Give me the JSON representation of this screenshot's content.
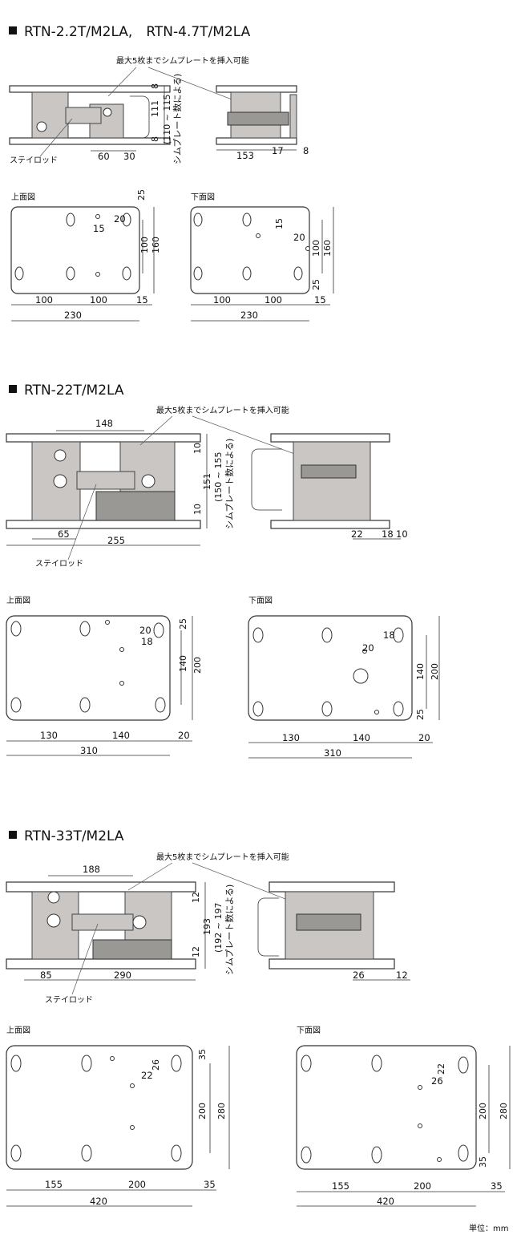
{
  "units_label": "単位：mm",
  "labels": {
    "top_view": "上面図",
    "bottom_view": "下面図",
    "shim_note": "最大5枚までシムプレートを挿入可能",
    "stay_rod": "ステイロッド"
  },
  "sections": [
    {
      "title": "RTN-2.2T/M2LA,　RTN-4.7T/M2LA",
      "side": {
        "top_plate": "8",
        "height": "111",
        "bottom_plate": "8",
        "range": "(110 ~ 115",
        "range2": "シムプレート数による)",
        "d1": "60",
        "d2": "30"
      },
      "front": {
        "width": "153",
        "d1": "17",
        "d2": "8"
      },
      "top": {
        "y1": "25",
        "y2": "20",
        "x1": "15",
        "h1": "100",
        "h2": "160",
        "w1": "100",
        "w2": "100",
        "w3": "15",
        "total": "230"
      },
      "bottom": {
        "y1": "15",
        "y2": "20",
        "h1": "100",
        "h2": "160",
        "y3": "25",
        "w1": "100",
        "w2": "100",
        "w3": "15",
        "total": "230"
      }
    },
    {
      "title": "RTN-22T/M2LA",
      "side": {
        "top_dim": "148",
        "top_plate": "10",
        "height": "151",
        "bottom_plate": "10",
        "range": "(150 ~ 155",
        "range2": "シムプレート数による)",
        "d1": "65",
        "d2": "255"
      },
      "front": {
        "d1": "22",
        "d2": "18",
        "d3": "10"
      },
      "top": {
        "y1": "20",
        "y2": "25",
        "x1": "18",
        "h1": "140",
        "h2": "200",
        "w1": "130",
        "w2": "140",
        "w3": "20",
        "total": "310"
      },
      "bottom": {
        "y1": "18",
        "y2": "20",
        "h1": "140",
        "h2": "200",
        "y3": "25",
        "w1": "130",
        "w2": "140",
        "w3": "20",
        "total": "310"
      }
    },
    {
      "title": "RTN-33T/M2LA",
      "side": {
        "top_dim": "188",
        "top_plate": "12",
        "height": "193",
        "bottom_plate": "12",
        "range": "(192 ~ 197",
        "range2": "シムプレート数による)",
        "d1": "85",
        "d2": "290"
      },
      "front": {
        "d1": "26",
        "d2": "12"
      },
      "top": {
        "y1": "26",
        "y2": "35",
        "x1": "22",
        "h1": "200",
        "h2": "280",
        "w1": "155",
        "w2": "200",
        "w3": "35",
        "total": "420"
      },
      "bottom": {
        "y1": "22",
        "y2": "26",
        "h1": "200",
        "h2": "280",
        "y3": "35",
        "w1": "155",
        "w2": "200",
        "w3": "35",
        "total": "420"
      }
    }
  ]
}
